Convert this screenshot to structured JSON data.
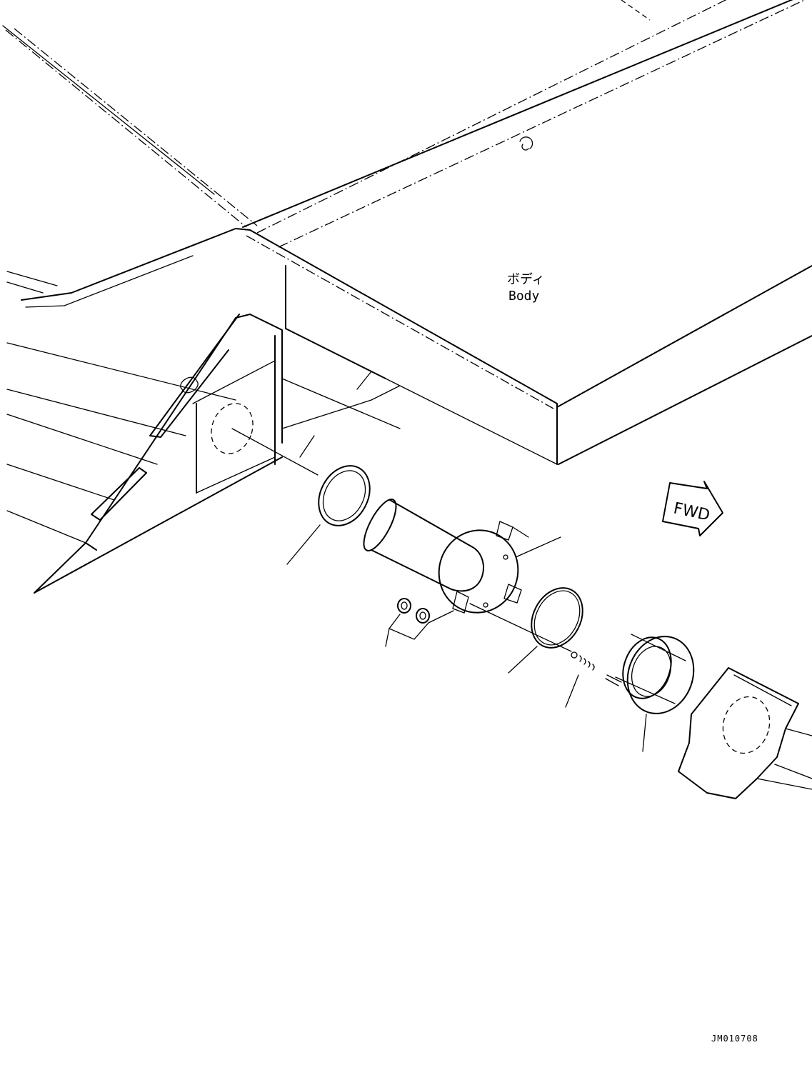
{
  "body_label": {
    "japanese": "ボディ",
    "english": "Body"
  },
  "direction_arrow": {
    "text": "FWD"
  },
  "drawing_number": "JM010708"
}
